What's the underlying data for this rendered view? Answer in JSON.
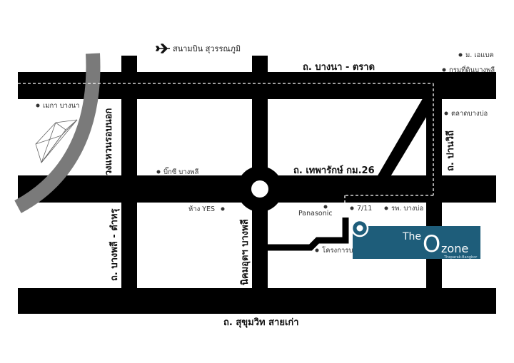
{
  "colors": {
    "road": "#000000",
    "expressway": "#7a7a7a",
    "brand": "#1e5d7a",
    "route_dash": "#ffffff"
  },
  "airport": {
    "icon": "airplane-icon",
    "label": "สนามบิน สุวรรณภูมิ"
  },
  "roads": {
    "bangna_trad": "ถ. บางนา - ตราด",
    "theparak": "ถ. เทพารักษ์ กม.26",
    "sukhumvit": "ถ. สุขุมวิท สายเก่า",
    "outer_ring": "วงแหวนรอบนอก",
    "bangphli_tamru": "ถ. บางพลี - ตำหรุ",
    "nikhom": "นิคมอุตฯ บางพลี",
    "panawithi": "ถ. ปานวิถี"
  },
  "pois": {
    "abac": "ม. เอแบค",
    "land_dept": "กรมที่ดินบางพลี",
    "mega": "เมกา บางนา",
    "bangbo_market": "ตลาดบางบ่อ",
    "bigc": "บิ๊กซี บางพลี",
    "yes": "ห้าง YES",
    "panasonic": "Panasonic",
    "seven": "7/11",
    "hospital": "รพ. บางบ่อ",
    "project": "โครงการบางเพรียงพัฒนา"
  },
  "brand": {
    "the": "The",
    "o": "O",
    "zone": "zone",
    "tagline": "Theparak-Bangbor"
  }
}
